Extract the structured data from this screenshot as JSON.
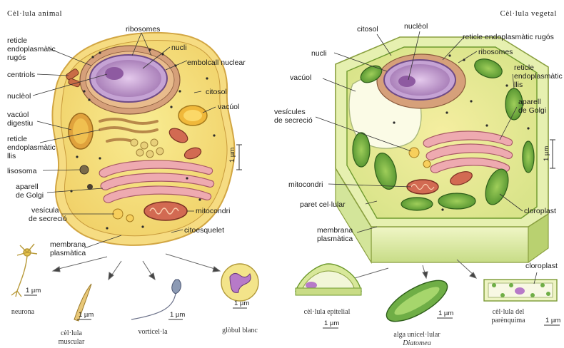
{
  "animal": {
    "title": "Cèl·lula animal",
    "labels": {
      "ribosomes": "ribosomes",
      "reticle_rugos_1": "reticle",
      "reticle_rugos_2": "endoplasmàtic",
      "reticle_rugos_3": "rugós",
      "nucli": "nucli",
      "embolcall": "embolcall nuclear",
      "centriols": "centriols",
      "citosol": "citosol",
      "nucleol": "nuclèol",
      "vacuol": "vacúol",
      "vacuol_dig_1": "vacúol",
      "vacuol_dig_2": "digestiu",
      "reticle_llis_1": "reticle",
      "reticle_llis_2": "endoplasmàtic",
      "reticle_llis_3": "llis",
      "lisosoma": "lisosoma",
      "golgi_1": "aparell",
      "golgi_2": "de Golgi",
      "vesicula_1": "vesícula",
      "vesicula_2": "de secreció",
      "mitocondri": "mitocondri",
      "citoesquelet": "citoesquelet",
      "membrana_1": "membrana",
      "membrana_2": "plasmàtica"
    },
    "scale": "1 µm",
    "examples": [
      {
        "caption": [
          "neurona"
        ],
        "scale": "1 µm"
      },
      {
        "caption": [
          "cèl·lula",
          "muscular"
        ],
        "scale": "1 µm"
      },
      {
        "caption": [
          "vorticel·la"
        ],
        "scale": "1 µm"
      },
      {
        "caption": [
          "glòbul blanc"
        ],
        "scale": "1 µm"
      }
    ]
  },
  "plant": {
    "title": "Cèl·lula vegetal",
    "labels": {
      "citosol": "citosol",
      "nucleol": "nuclèol",
      "reticle_rugos": "reticle endoplasmàtic rugós",
      "nucli": "nucli",
      "ribosomes": "ribosomes",
      "reticle_llis_1": "reticle",
      "reticle_llis_2": "endoplasmàtic",
      "reticle_llis_3": "llis",
      "vacuol": "vacúol",
      "golgi_1": "aparell",
      "golgi_2": "de Golgi",
      "vesicules_1": "vesícules",
      "vesicules_2": "de secreció",
      "mitocondri": "mitocondri",
      "paret": "paret cel·lular",
      "cloroplast": "cloroplast",
      "membrana_1": "membrana",
      "membrana_2": "plasmàtica"
    },
    "scale": "1 µm",
    "examples": [
      {
        "caption": [
          "cèl·lula epitelial"
        ],
        "italic": "",
        "scale": "1 µm"
      },
      {
        "caption": [
          "alga unicel·lular"
        ],
        "italic": "Diatomea",
        "scale": "1 µm"
      },
      {
        "caption": [
          "cèl·lula del",
          "parènquima"
        ],
        "italic": "",
        "scale": "1 µm",
        "label": "cloroplast"
      }
    ]
  }
}
